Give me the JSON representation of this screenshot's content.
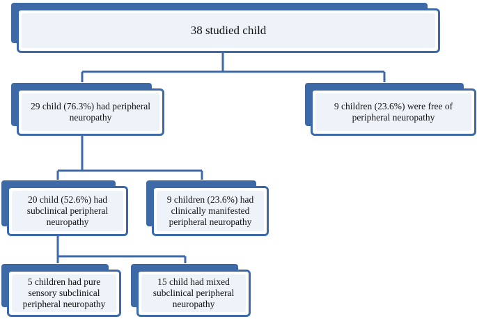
{
  "diagram": {
    "colors": {
      "box_border": "#3d6aa6",
      "box_fill": "#eef3fa",
      "connector": "#3d6aa6"
    },
    "nodes": {
      "root": {
        "text": "38 studied child"
      },
      "neuropathy": {
        "text": "29 child (76.3%) had peripheral neuropathy"
      },
      "free": {
        "text": "9 children (23.6%) were free of peripheral neuropathy"
      },
      "subclinical": {
        "text": "20 child (52.6%) had subclinical peripheral neuropathy"
      },
      "manifested": {
        "text": "9 children (23.6%) had clinically manifested peripheral neuropathy"
      },
      "pure_sensory": {
        "text": "5 children had pure sensory subclinical peripheral neuropathy"
      },
      "mixed": {
        "text": "15 child had mixed subclinical peripheral neuropathy"
      }
    }
  }
}
